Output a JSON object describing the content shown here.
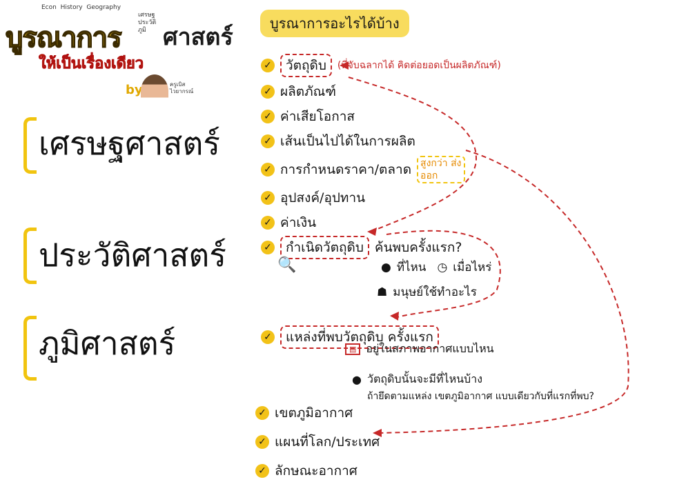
{
  "header": {
    "title_part1": "บูรณาการ",
    "title_part2": "ศาสตร์",
    "subtitle": "ให้เป็นเรื่องเดียว",
    "byline": "by",
    "doodle_words": [
      "Econ",
      "History",
      "Geography",
      "เศรษฐ",
      "ประวัติ",
      "ภูมิ"
    ],
    "author_name": "ครูเบิส",
    "author_caption": "ไวยากรณ์"
  },
  "subjects": {
    "economics": "เศรษฐศาสตร์",
    "history": "ประวัติศาสตร์",
    "geography": "ภูมิศาสตร์"
  },
  "section_title": "บูรณาการอะไรได้บ้าง",
  "economics_items": [
    "วัตถุดิบ",
    "ผลิตภัณฑ์",
    "ค่าเสียโอกาส",
    "เส้นเป็นไปได้ในการผลิต",
    "การกำหนดราคา/ตลาด",
    "อุปสงค์/อุปทาน",
    "ค่าเงิน"
  ],
  "economics_note": "(ที่จับฉลากได้ คิดต่อยอดเป็นผลิตภัณฑ์)",
  "price_note": "สูงกว่า ส่งออก",
  "history": {
    "item": "กำเนิดวัตถุดิบ",
    "question": "ค้นพบครั้งแรก?",
    "where": "ที่ไหน",
    "when": "เมื่อไหร่",
    "usage": "มนุษย์ใช้ทำอะไร"
  },
  "geography": {
    "item": "แหล่งที่พบวัตถุดิบ ครั้งแรก",
    "climate_line": "อยู่ในสภาพอากาศแบบไหน",
    "where_else": "วัตถุดิบนั้นจะมีที่ไหนบ้าง",
    "question": "ถ้ายึดตามแหล่ง เขตภูมิอากาศ แบบเดียวกับที่แรกที่พบ?",
    "items": [
      "เขตภูมิอากาศ",
      "แผนที่โลก/ประเทศ",
      "ลักษณะอากาศ"
    ]
  },
  "colors": {
    "accent_yellow": "#f2c218",
    "dash_red": "#c62828"
  }
}
